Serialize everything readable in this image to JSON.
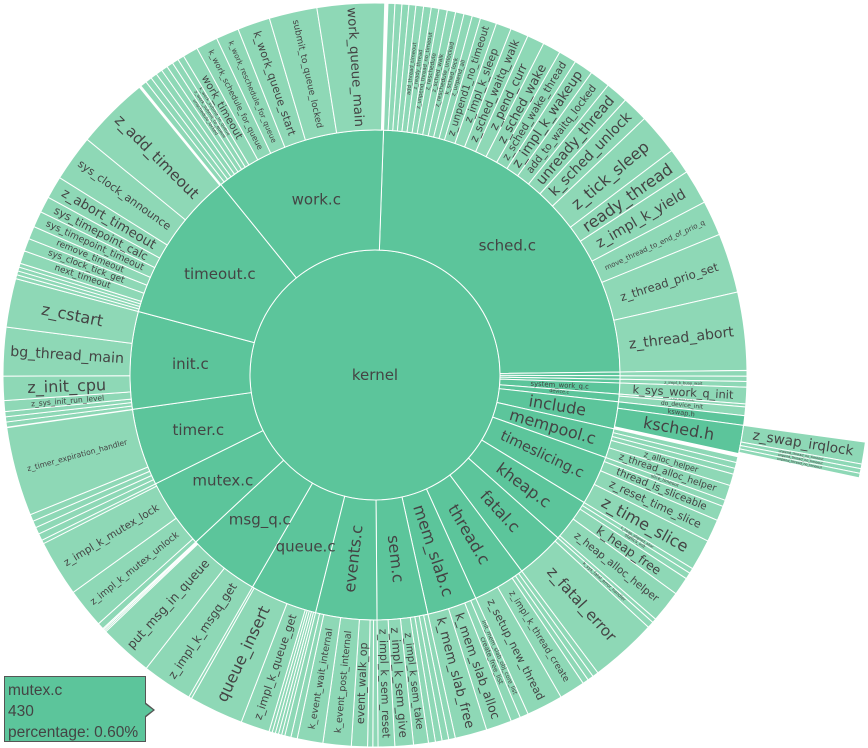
{
  "chart_data": {
    "type": "sunburst",
    "colors": {
      "inner": "#5cc59b",
      "outer": "#8ed8b6",
      "text": "#444444",
      "border": "#ffffff"
    },
    "root": {
      "label": "kernel",
      "value": 9324,
      "children": [
        {
          "label": "sched.c",
          "value": 2261,
          "children": [
            {
              "value": 28
            },
            {
              "value": 28
            },
            {
              "value": 28
            },
            {
              "value": 28
            },
            {
              "label": "add_thread_timeout",
              "value": 31
            },
            {
              "label": "z_ready_thread",
              "value": 31
            },
            {
              "label": "z_unpend_thread_no_timeout",
              "value": 31
            },
            {
              "label": "z_reschedule",
              "value": 34
            },
            {
              "label": "z_sched_walk",
              "value": 34
            },
            {
              "label": "z_reschedule_unlocked",
              "value": 34
            },
            {
              "label": "k_sched_lock",
              "value": 34
            },
            {
              "label": "z_unpend_all",
              "value": 34
            },
            {
              "label": "z_unpend1_no_timeout",
              "value": 67
            },
            {
              "label": "z_impl_k_sleep",
              "value": 62
            },
            {
              "label": "z_sched_waitq_walk",
              "value": 73
            },
            {
              "label": "z_pend_curr",
              "value": 70
            },
            {
              "label": "z_sched_wake",
              "value": 73
            },
            {
              "label": "z_sched_wake_thread",
              "value": 73
            },
            {
              "label": "z_impl_k_wakeup",
              "value": 78
            },
            {
              "label": "add_to_waitq_locked",
              "value": 83
            },
            {
              "label": "unready_thread",
              "value": 91
            },
            {
              "label": "k_sched_unlock",
              "value": 106
            },
            {
              "label": "z_tick_sleep",
              "value": 168
            },
            {
              "label": "ready_thread",
              "value": 104
            },
            {
              "label": "z_impl_k_yield",
              "value": 140
            },
            {
              "label": "move_thread_to_end_of_prio_q",
              "value": 142
            },
            {
              "label": "z_thread_prio_set",
              "value": 241
            },
            {
              "label": "z_thread_abort",
              "value": 316
            }
          ]
        },
        {
          "value": 23,
          "children": [
            {
              "value": 23
            }
          ]
        },
        {
          "value": 21,
          "children": [
            {
              "value": 21
            }
          ]
        },
        {
          "value": 23,
          "children": [
            {
              "label": "z_impl_k_busy_wait",
              "value": 23
            }
          ]
        },
        {
          "label": "system_work_q.c",
          "value": 67,
          "children": [
            {
              "label": "k_sys_work_q_init",
              "value": 67
            }
          ]
        },
        {
          "label": "device.c",
          "value": 47,
          "children": [
            {
              "label": "z_impl_device_is_ready",
              "value": 12
            },
            {
              "label": "do_device_init",
              "value": 35
            }
          ]
        },
        {
          "label": "include",
          "value": 166,
          "children": [
            {
              "label": "kswap.h",
              "value": 39,
              "color": "#5cc59b"
            },
            {
              "label": "ksched.h",
              "value": 114,
              "color": "#5cc59b",
              "children": [
                {
                  "label": "z_swap_irqlock",
                  "value": 67
                },
                {
                  "label": "unpend_thread_no_timeout",
                  "value": 14
                },
                {
                  "label": "unpend_thread_no_timeout",
                  "value": 14
                },
                {
                  "label": "unpend_thread_no_timeout",
                  "value": 14
                }
              ]
            }
          ]
        },
        {
          "label": "mempool.c",
          "value": 181,
          "children": [
            {
              "value": 24
            },
            {
              "value": 24
            },
            {
              "value": 24
            },
            {
              "label": "z_alloc_helper",
              "value": 47
            },
            {
              "label": "z_thread_alloc_helper",
              "value": 62
            }
          ]
        },
        {
          "label": "timeslicing.c",
          "value": 303,
          "children": [
            {
              "label": "slice_timeout",
              "value": 26
            },
            {
              "label": "thread_is_sliceable",
              "value": 60
            },
            {
              "label": "z_reset_time_slice",
              "value": 91
            },
            {
              "label": "z_time_slice",
              "value": 126
            }
          ]
        },
        {
          "label": "kheap.c",
          "value": 267,
          "children": [
            {
              "label": "k_heap_aligned_alloc",
              "value": 21
            },
            {
              "label": "statics_init",
              "value": 26
            },
            {
              "label": "k_heap_free",
              "value": 73
            },
            {
              "label": "z_heap_alloc_helper",
              "value": 130
            },
            {
              "value": 17
            }
          ]
        },
        {
          "label": "fatal.c",
          "value": 298,
          "children": [
            {
              "label": "k_sys_fatal_error_handler",
              "value": 26
            },
            {
              "label": "z_fatal_error",
              "value": 272
            }
          ]
        },
        {
          "label": "thread.c",
          "value": 324,
          "children": [
            {
              "value": 24
            },
            {
              "value": 24
            },
            {
              "value": 24
            },
            {
              "label": "z_impl_k_thread_create",
              "value": 104
            },
            {
              "label": "z_setup_new_thread",
              "value": 148
            }
          ]
        },
        {
          "label": "mem_slab.c",
          "value": 306,
          "children": [
            {
              "label": "init_mem_slab_obj_core_list",
              "value": 34
            },
            {
              "label": "create_free_list",
              "value": 39
            },
            {
              "label": "k_mem_slab_alloc",
              "value": 104
            },
            {
              "label": "k_mem_slab_free",
              "value": 129
            }
          ]
        },
        {
          "label": "sem.c",
          "value": 311,
          "children": [
            {
              "value": 27
            },
            {
              "value": 27
            },
            {
              "value": 27
            },
            {
              "value": 28
            },
            {
              "label": "z_impl_k_sem_take",
              "value": 60
            },
            {
              "label": "z_impl_k_sem_give",
              "value": 75
            },
            {
              "label": "z_impl_k_sem_reset",
              "value": 67
            }
          ]
        },
        {
          "label": "events.c",
          "value": 376,
          "children": [
            {
              "value": 21
            },
            {
              "value": 21
            },
            {
              "label": "event_walk_op",
              "value": 65
            },
            {
              "label": "k_event_post_internal",
              "value": 114
            },
            {
              "label": "k_event_wait_internal",
              "value": 104
            },
            {
              "value": 26
            },
            {
              "value": 25
            }
          ]
        },
        {
          "label": "queue.c",
          "value": 414,
          "children": [
            {
              "value": 13
            },
            {
              "value": 13
            },
            {
              "value": 13
            },
            {
              "value": 13
            },
            {
              "value": 13
            },
            {
              "label": "z_impl_k_queue_get",
              "value": 117
            },
            {
              "label": "queue_insert",
              "value": 220
            },
            {
              "value": 12
            }
          ]
        },
        {
          "label": "msg_q.c",
          "value": 440,
          "children": [
            {
              "label": "z_impl_k_msgq_get",
              "value": 205
            },
            {
              "label": "put_msg_in_queue",
              "value": 218
            },
            {
              "value": 6
            },
            {
              "value": 6
            },
            {
              "value": 5
            }
          ]
        },
        {
          "label": "mutex.c",
          "value": 430,
          "children": [
            {
              "value": 26
            },
            {
              "label": "z_impl_k_mutex_unlock",
              "value": 161
            },
            {
              "label": "z_impl_k_mutex_lock",
              "value": 228
            },
            {
              "value": 15
            }
          ]
        },
        {
          "label": "timer.c",
          "value": 474,
          "children": [
            {
              "value": 28
            },
            {
              "value": 28
            },
            {
              "value": 28
            },
            {
              "value": 28
            },
            {
              "label": "z_timer_expiration_handler",
              "value": 360
            }
          ]
        },
        {
          "label": "init.c",
          "value": 598,
          "children": [
            {
              "value": 21
            },
            {
              "value": 21
            },
            {
              "value": 21
            },
            {
              "label": "z_sys_init_run_level",
              "value": 44
            },
            {
              "label": "z_init_cpu",
              "value": 98
            },
            {
              "label": "bg_thread_main",
              "value": 197
            },
            {
              "label": "z_cstart",
              "value": 197
            }
          ]
        },
        {
          "label": "timeout.c",
          "value": 932,
          "children": [
            {
              "value": 16
            },
            {
              "value": 16
            },
            {
              "value": 16
            },
            {
              "value": 16
            },
            {
              "label": "next_timeout",
              "value": 52
            },
            {
              "label": "sys_clock_tick_get",
              "value": 52
            },
            {
              "label": "remove_timeout",
              "value": 52
            },
            {
              "label": "sys_timepoint_timeout",
              "value": 65
            },
            {
              "label": "sys_timepoint_calc",
              "value": 65
            },
            {
              "label": "z_abort_timeout",
              "value": 91
            },
            {
              "label": "sys_clock_announce",
              "value": 188
            },
            {
              "label": "z_add_timeout",
              "value": 295
            }
          ]
        },
        {
          "label": "work.c",
          "value": 1062,
          "children": [
            {
              "value": 26
            },
            {
              "value": 26
            },
            {
              "value": 26
            },
            {
              "value": 26
            },
            {
              "value": 26
            },
            {
              "label": "unschedule_locked",
              "value": 26
            },
            {
              "label": "z_work_submit_to_queue",
              "value": 26
            },
            {
              "label": "k_work_submit_to_queue",
              "value": 26
            },
            {
              "label": "work_timeout",
              "value": 62
            },
            {
              "label": "k_work_schedule_for_queue",
              "value": 88
            },
            {
              "label": "k_work_reschedule_for_queue",
              "value": 93
            },
            {
              "label": "k_work_queue_start",
              "value": 132
            },
            {
              "label": "submit_to_queue_locked",
              "value": 194
            },
            {
              "label": "work_queue_main",
              "value": 272
            }
          ]
        }
      ]
    }
  },
  "tooltip": {
    "label": "mutex.c",
    "value": "430",
    "percentage": "percentage: 0.60%"
  }
}
